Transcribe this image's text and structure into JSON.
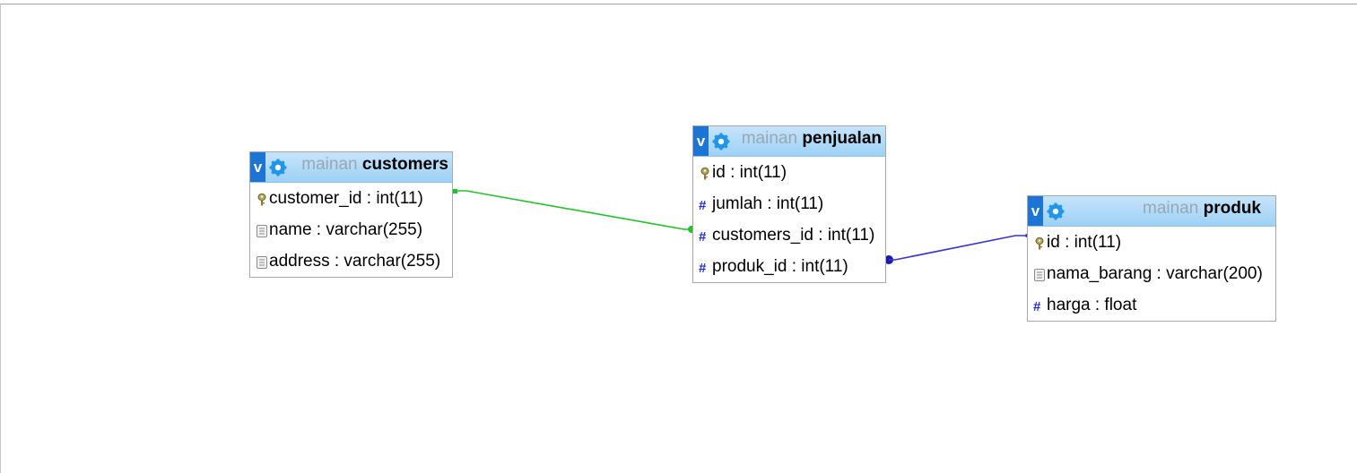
{
  "tables": {
    "customers": {
      "toggle": "v",
      "db": "mainan",
      "name": "customers",
      "columns": [
        {
          "icon": "key-icon",
          "label": "customer_id : int(11)"
        },
        {
          "icon": "text-field-icon",
          "label": "name : varchar(255)"
        },
        {
          "icon": "text-field-icon",
          "label": "address : varchar(255)"
        }
      ]
    },
    "penjualan": {
      "toggle": "v",
      "db": "mainan",
      "name": "penjualan",
      "columns": [
        {
          "icon": "key-icon",
          "label": "id : int(11)"
        },
        {
          "icon": "hash-icon",
          "label": "jumlah : int(11)"
        },
        {
          "icon": "hash-icon",
          "label": "customers_id : int(11)"
        },
        {
          "icon": "hash-icon",
          "label": "produk_id : int(11)"
        }
      ]
    },
    "produk": {
      "toggle": "v",
      "db": "mainan",
      "name": "produk",
      "columns": [
        {
          "icon": "key-icon",
          "label": "id : int(11)"
        },
        {
          "icon": "text-field-icon",
          "label": "nama_barang : varchar(200)"
        },
        {
          "icon": "hash-icon",
          "label": "harga : float"
        }
      ]
    }
  },
  "relations": [
    {
      "from": "customers.customer_id",
      "to": "penjualan.customers_id",
      "color": "#22c22a"
    },
    {
      "from": "produk.id",
      "to": "penjualan.produk_id",
      "color": "#2020c8"
    }
  ],
  "colors": {
    "header_bg": "#a8d8f8",
    "toggle_bg": "#1c74d4",
    "hash": "#1f2bdc"
  }
}
